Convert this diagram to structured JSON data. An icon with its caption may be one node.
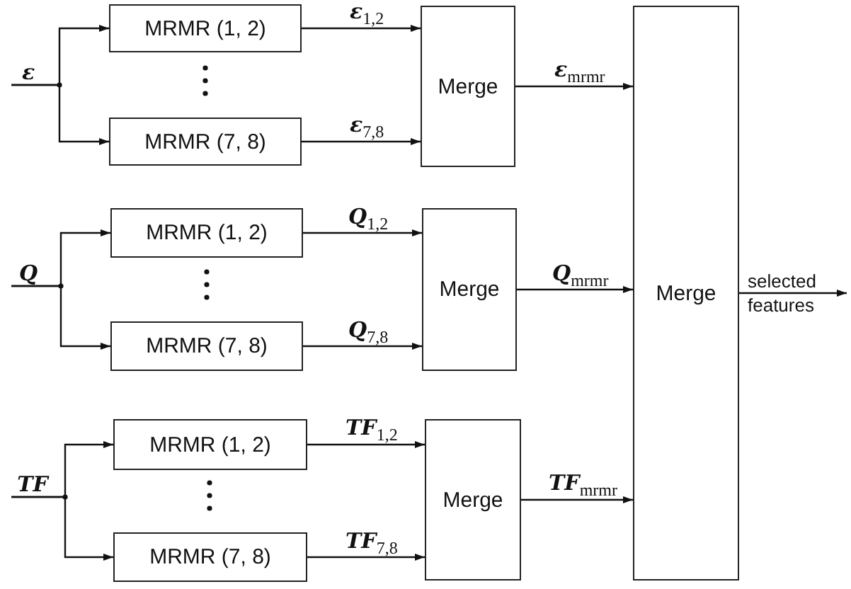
{
  "diagram": {
    "nodes": [
      {
        "text": [
          "ε"
        ]
      },
      {
        "text": [
          "MRMR (1, 2)"
        ]
      },
      {
        "text": [
          "MRMR (7, 8)"
        ]
      },
      {
        "text": [
          "Merge"
        ]
      },
      {
        "text": [
          "Q"
        ]
      },
      {
        "text": [
          "MRMR (1, 2)"
        ]
      },
      {
        "text": [
          "MRMR (7, 8)"
        ]
      },
      {
        "text": [
          "Merge"
        ]
      },
      {
        "text": [
          "TF"
        ]
      },
      {
        "text": [
          "MRMR (1, 2)"
        ]
      },
      {
        "text": [
          "MRMR (7, 8)"
        ]
      },
      {
        "text": [
          "Merge"
        ]
      },
      {
        "text": [
          "Merge"
        ]
      }
    ],
    "edges": [
      {
        "from": 0,
        "to": 1,
        "arrow": "to"
      },
      {
        "from": 0,
        "to": 2,
        "arrow": "to"
      },
      {
        "from": 1,
        "to": 3,
        "arrow": "to",
        "label": "ε$_{1,2}$"
      },
      {
        "from": 2,
        "to": 3,
        "arrow": "to",
        "label": "ε$_{7,8}$"
      },
      {
        "from": 3,
        "to": 12,
        "arrow": "to",
        "label": "ε$_{mrmr}$"
      },
      {
        "from": 4,
        "to": 5,
        "arrow": "to"
      },
      {
        "from": 4,
        "to": 6,
        "arrow": "to"
      },
      {
        "from": 5,
        "to": 7,
        "arrow": "to",
        "label": "Q$_{1,2}$"
      },
      {
        "from": 6,
        "to": 7,
        "arrow": "to",
        "label": "Q$_{7,8}$"
      },
      {
        "from": 7,
        "to": 12,
        "arrow": "to",
        "label": "Q$_{mrmr}$"
      },
      {
        "from": 8,
        "to": 9,
        "arrow": "to"
      },
      {
        "from": 8,
        "to": 10,
        "arrow": "to"
      },
      {
        "from": 9,
        "to": 11,
        "arrow": "to",
        "label": "TF$_{1,2}$"
      },
      {
        "from": 10,
        "to": 11,
        "arrow": "to",
        "label": "TF$_{7,8}$"
      },
      {
        "from": 11,
        "to": 12,
        "arrow": "to",
        "label": "TF$_{mrmr}$"
      },
      {
        "from": 12,
        "to": null,
        "arrow": "to",
        "label": "selected features"
      }
    ]
  }
}
